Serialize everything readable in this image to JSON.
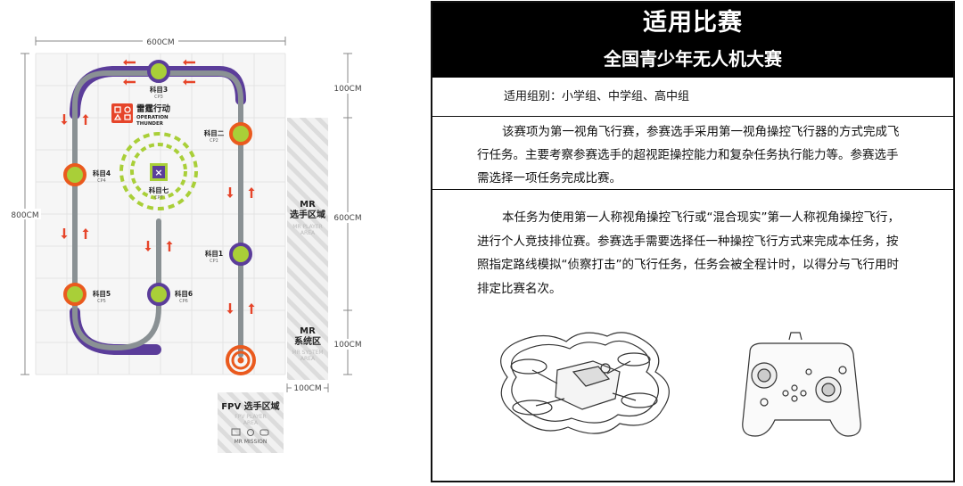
{
  "course_map": {
    "dimensions": {
      "width": "600CM",
      "height": "800CM",
      "right_top": "100CM",
      "right_middle": "600CM",
      "right_bottom": "100CM",
      "bottom_gap": "100CM"
    },
    "checkpoints": [
      {
        "name": "科目3",
        "code": "CP3"
      },
      {
        "name": "科目二",
        "code": "CP2"
      },
      {
        "name": "科目4",
        "code": "CP4"
      },
      {
        "name": "科目七",
        "code": "CP7"
      },
      {
        "name": "科目1",
        "code": "CP1"
      },
      {
        "name": "科目5",
        "code": "CP5"
      },
      {
        "name": "科目6",
        "code": "CP6"
      }
    ],
    "logo": {
      "title": "雷霆行动",
      "subtitle_line1": "OPERATION",
      "subtitle_line2": "THUNDER"
    },
    "zones": {
      "mr_player_cn": "MR",
      "mr_player_cn2": "选手区域",
      "mr_player_en1": "MR PLAYER",
      "mr_player_en2": "AREA",
      "mr_system_cn": "MR",
      "mr_system_cn2": "系统区",
      "mr_system_en1": "MR SYSTEM",
      "mr_system_en2": "AREA",
      "fpv_cn": "FPV 选手区域",
      "fpv_en1": "FPV PLAYER",
      "fpv_en2": "AREA",
      "mr_mission": "MR MISSION"
    },
    "colors": {
      "track": "#8a9194",
      "purple": "#5b3d9a",
      "orange": "#ea5a1e",
      "green": "#a9cf38",
      "red": "#e6452a",
      "hatch": "#d9d9d9"
    }
  },
  "info_card": {
    "title": "适用比赛",
    "subtitle": "全国青少年无人机大赛",
    "group_line": "适用组别：小学组、中学组、高中组",
    "intro": "该赛项为第一视角飞行赛，参赛选手采用第一视角操控飞行器的方式完成飞行任务。主要考察参赛选手的超视距操控能力和复杂任务执行能力等。参赛选手需选择一项任务完成比赛。",
    "task": "本任务为使用第一人称视角操控飞行或“混合现实”第一人称视角操控飞行，进行个人竞技排位赛。参赛选手需要选择任一种操控飞行方式来完成本任务，按照指定路线模拟“侦察打击”的飞行任务，任务会被全程计时，以得分与飞行用时排定比赛名次。"
  }
}
